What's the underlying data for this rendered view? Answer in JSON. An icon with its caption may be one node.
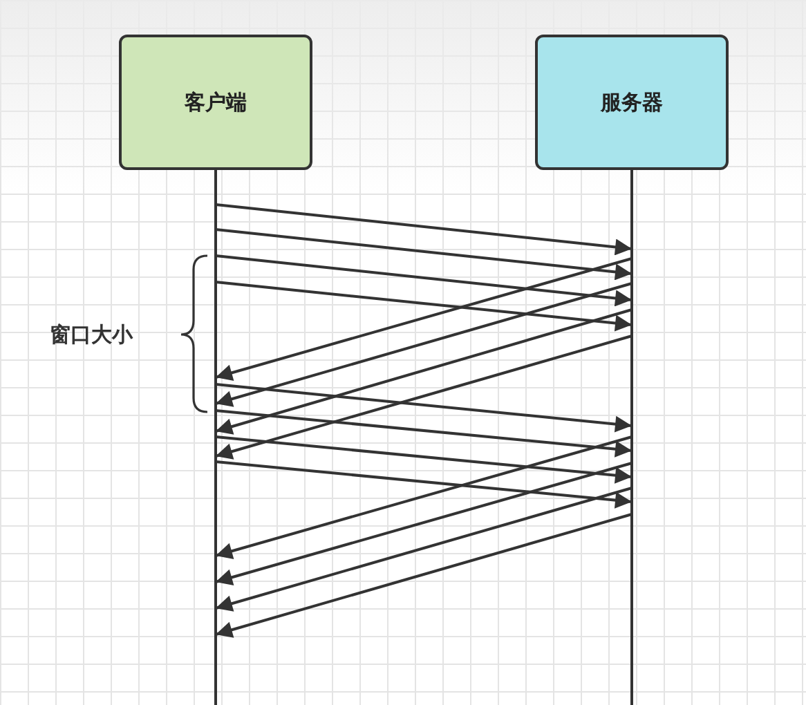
{
  "diagram": {
    "nodes": [
      {
        "text": [
          "客户端"
        ]
      },
      {
        "text": [
          "服务器"
        ]
      }
    ],
    "edges": [
      {
        "from": 0,
        "to": 1,
        "arrow": "to"
      },
      {
        "from": 0,
        "to": 1,
        "arrow": "to"
      },
      {
        "from": 0,
        "to": 1,
        "arrow": "to"
      },
      {
        "from": 1,
        "to": 0,
        "arrow": "to"
      },
      {
        "from": 0,
        "to": 1,
        "arrow": "to"
      },
      {
        "from": 1,
        "to": 0,
        "arrow": "to"
      },
      {
        "from": 1,
        "to": 0,
        "arrow": "to"
      },
      {
        "from": 1,
        "to": 0,
        "arrow": "to"
      },
      {
        "from": 0,
        "to": 1,
        "arrow": "to"
      },
      {
        "from": 0,
        "to": 1,
        "arrow": "to"
      },
      {
        "from": 0,
        "to": 1,
        "arrow": "to"
      },
      {
        "from": 1,
        "to": 0,
        "arrow": "to"
      },
      {
        "from": 0,
        "to": 1,
        "arrow": "to"
      },
      {
        "from": 1,
        "to": 0,
        "arrow": "to"
      },
      {
        "from": 1,
        "to": 0,
        "arrow": "to"
      },
      {
        "from": 1,
        "to": 0,
        "arrow": "to"
      }
    ],
    "labels": [
      "窗口大小"
    ]
  }
}
